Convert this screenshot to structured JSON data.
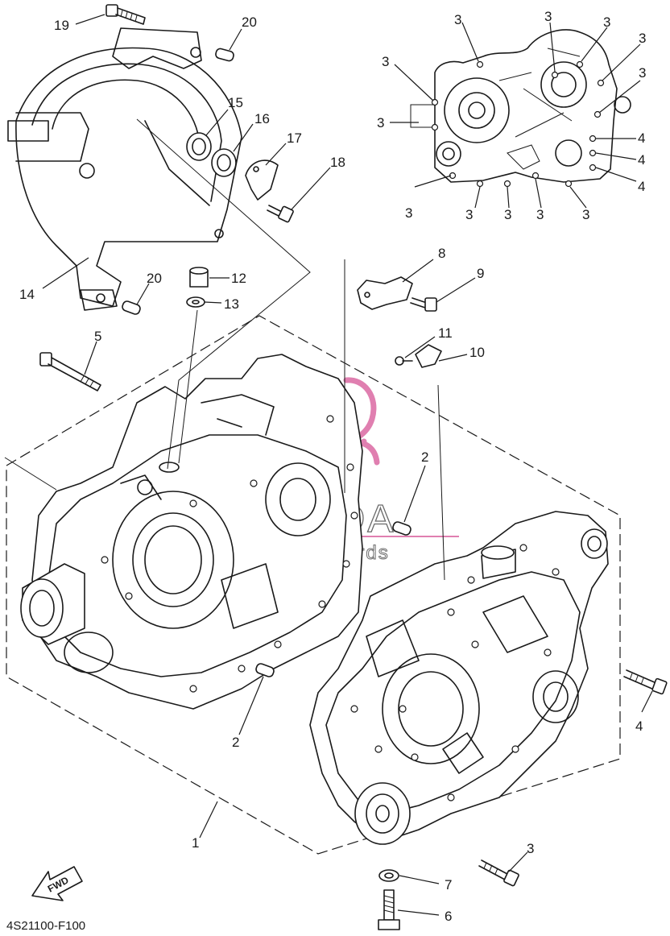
{
  "diagram": {
    "drawing_code": "4S21100-F100",
    "fwd_label": "FWD",
    "watermark": {
      "brand": "ARMADA",
      "tagline": "marine outboards"
    },
    "callouts": {
      "c1": "1",
      "c2a": "2",
      "c2b": "2",
      "c3_top1": "3",
      "c3_top2": "3",
      "c3_top3": "3",
      "c3_top4": "3",
      "c3_top5": "3",
      "c3_top6": "3",
      "c3_top7": "3",
      "c3_top8": "3",
      "c3_top9": "3",
      "c3_top10": "3",
      "c3_top11": "3",
      "c3_top12": "3",
      "c3_bottom": "3",
      "c4_top1": "4",
      "c4_top2": "4",
      "c4_top3": "4",
      "c4_bottom": "4",
      "c5": "5",
      "c6": "6",
      "c7": "7",
      "c8": "8",
      "c9": "9",
      "c10": "10",
      "c11": "11",
      "c12": "12",
      "c13": "13",
      "c14": "14",
      "c15": "15",
      "c16": "16",
      "c17": "17",
      "c18": "18",
      "c19": "19",
      "c20a": "20",
      "c20b": "20"
    }
  }
}
